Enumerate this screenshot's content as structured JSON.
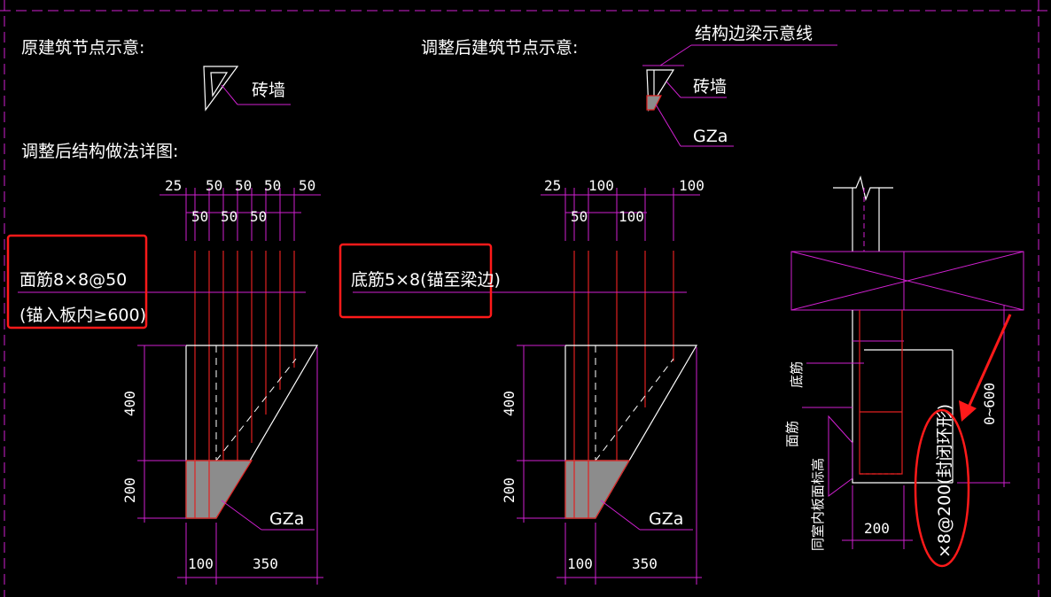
{
  "labels": {
    "orig_title": "原建筑节点示意:",
    "adj_title": "调整后建筑节点示意:",
    "detail_title": "调整后结构做法详图:",
    "beam_line": "结构边梁示意线",
    "brick_wall_1": "砖墙",
    "brick_wall_2": "砖墙",
    "gza_top": "GZa",
    "top_bar_line1": "面筋8×8@50",
    "top_bar_line2": "(锚入板内≥600)",
    "bottom_bar": "底筋5×8(锚至梁边)",
    "gza_left": "GZa",
    "gza_mid": "GZa",
    "side_bottom_bar": "底筋",
    "side_top_bar": "面筋",
    "side_level": "同室内板面标高",
    "stirrup": "×8@200(封闭环形)"
  },
  "dims": {
    "left_top_row": [
      "25",
      "50",
      "50",
      "50",
      "50"
    ],
    "left_second_row": [
      "50",
      "50",
      "50"
    ],
    "left_v_400": "400",
    "left_v_200": "200",
    "left_bottom_100": "100",
    "left_bottom_350": "350",
    "mid_top_row": [
      "25",
      "100",
      "100"
    ],
    "mid_second_row": [
      "50",
      "100"
    ],
    "mid_v_400": "400",
    "mid_v_200": "200",
    "mid_bottom_100": "100",
    "mid_bottom_350": "350",
    "right_bottom_200": "200",
    "right_v_range": "0~600"
  },
  "colors": {
    "background": "#000000",
    "magenta": "#d020d0",
    "white": "#ffffff",
    "red_rebar": "#e02020",
    "highlight": "#ff1a1a",
    "gza_fill": "#8c8c8c"
  }
}
